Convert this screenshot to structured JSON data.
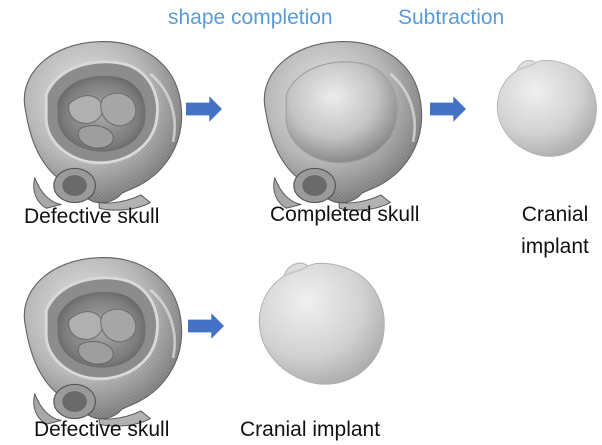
{
  "steps": {
    "step1_label": "shape completion",
    "step2_label": "Subtraction"
  },
  "row1": {
    "caption1": "Defective skull",
    "caption2": "Completed skull",
    "caption3_line1": "Cranial",
    "caption3_line2": "implant"
  },
  "row2": {
    "caption1": "Defective skull",
    "caption2": "Cranial implant"
  },
  "colors": {
    "arrow": "#4472c4",
    "step_label": "#5b9bd5",
    "skull_base": "#b8b8b8",
    "implant": "#d4d4d4"
  },
  "icons": [
    "defective-skull-image",
    "completed-skull-image",
    "cranial-implant-image",
    "right-arrow-icon"
  ]
}
